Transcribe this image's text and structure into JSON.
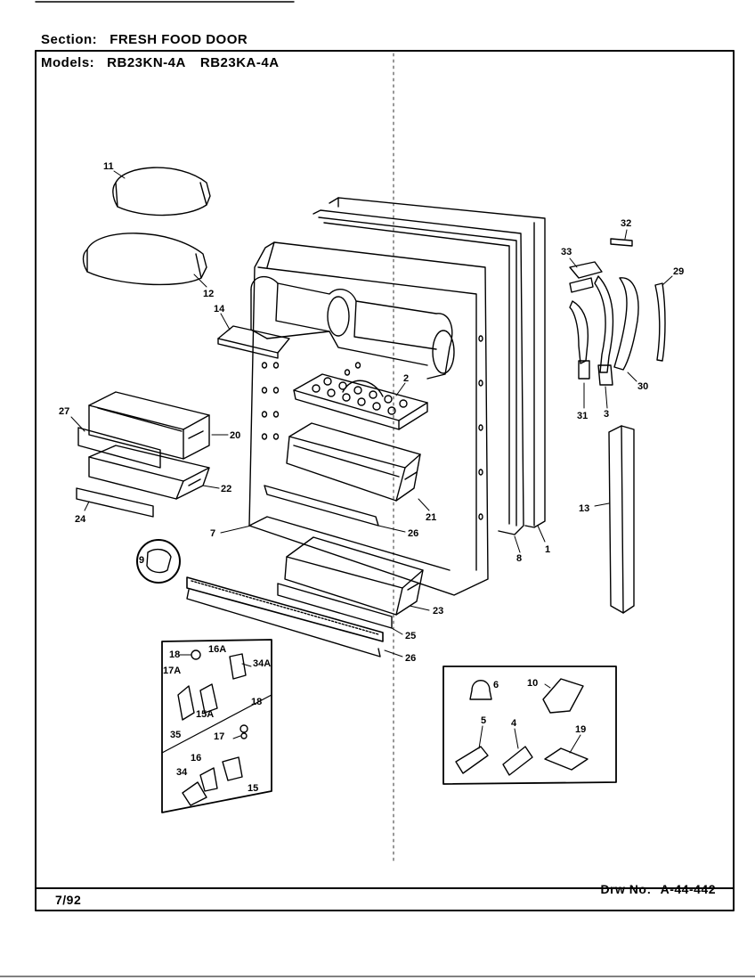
{
  "header": {
    "section_label": "Section:",
    "section_value": "FRESH FOOD DOOR",
    "models_label": "Models:",
    "models_value_1": "RB23KN-4A",
    "models_value_2": "RB23KA-4A"
  },
  "footer": {
    "date": "7/92",
    "drawing_label": "Drw No:",
    "drawing_number": "A-44-442"
  },
  "callouts": {
    "c11": "11",
    "c12": "12",
    "c14": "14",
    "c27": "27",
    "c20": "20",
    "c22": "22",
    "c24": "24",
    "c7": "7",
    "c9": "9",
    "c2": "2",
    "c21": "21",
    "c26a": "26",
    "c8": "8",
    "c1": "1",
    "c23": "23",
    "c25": "25",
    "c26b": "26",
    "c32": "32",
    "c33": "33",
    "c29": "29",
    "c30": "30",
    "c31": "31",
    "c3": "3",
    "c13": "13",
    "c18a": "18",
    "c16a": "16A",
    "c34a": "34A",
    "c17a": "17A",
    "c15a": "15A",
    "c35": "35",
    "c18b": "18",
    "c17b": "17",
    "c34": "34",
    "c16": "16",
    "c15": "15",
    "c6": "6",
    "c10": "10",
    "c5": "5",
    "c4": "4",
    "c19": "19"
  }
}
